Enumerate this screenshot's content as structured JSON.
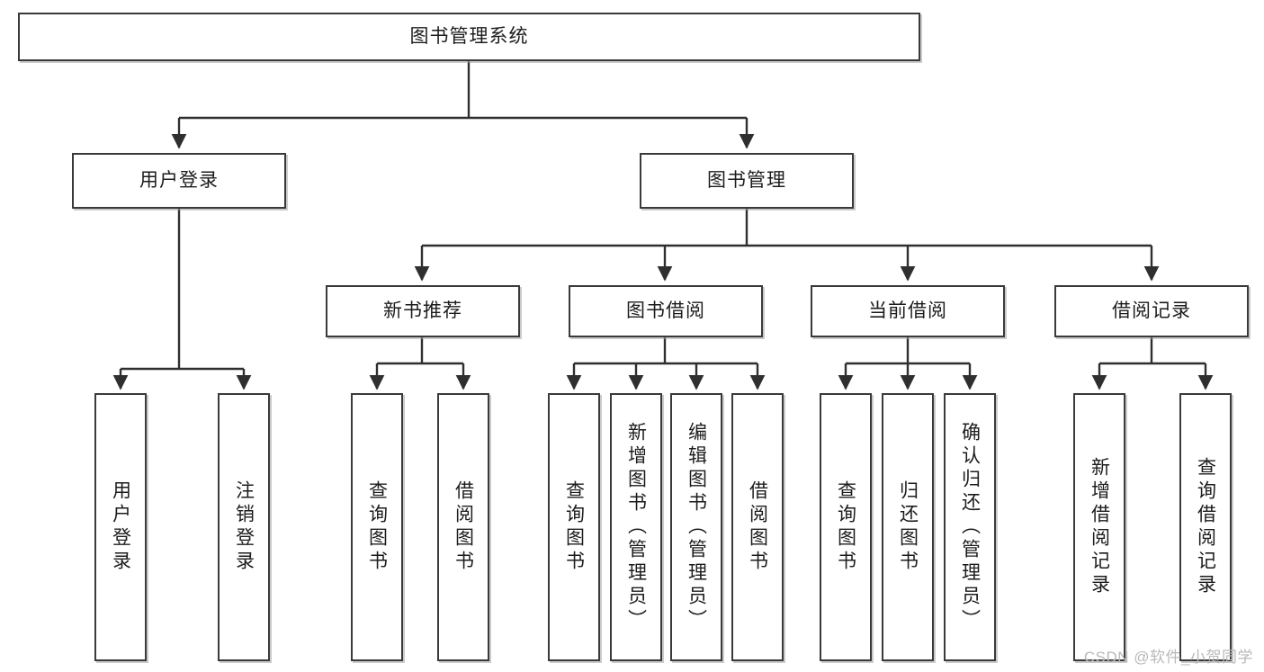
{
  "diagram": {
    "title": "图书管理系统",
    "type": "hierarchy-tree",
    "watermark": "CSDN @软件_小贺同学",
    "colors": {
      "box_border": "#3a3a3a",
      "box_fill": "#ffffff",
      "edge": "#2f2f2f",
      "text": "#1c1c1c",
      "watermark": "#b9b9b9"
    },
    "nodes": {
      "root": {
        "label": "图书管理系统"
      },
      "level2": [
        {
          "label": "用户登录"
        },
        {
          "label": "图书管理"
        }
      ],
      "level3": [
        {
          "label": "新书推荐"
        },
        {
          "label": "图书借阅"
        },
        {
          "label": "当前借阅"
        },
        {
          "label": "借阅记录"
        }
      ],
      "leaves": {
        "user_login": [
          {
            "label": "用户登录"
          },
          {
            "label": "注销登录"
          }
        ],
        "new_book": [
          {
            "label": "查询图书"
          },
          {
            "label": "借阅图书"
          }
        ],
        "book_borrow": [
          {
            "label": "查询图书"
          },
          {
            "label": "新增图书（管理员）"
          },
          {
            "label": "编辑图书（管理员）"
          },
          {
            "label": "借阅图书"
          }
        ],
        "current_borrow": [
          {
            "label": "查询图书"
          },
          {
            "label": "归还图书"
          },
          {
            "label": "确认归还（管理员）"
          }
        ],
        "borrow_record": [
          {
            "label": "新增借阅记录"
          },
          {
            "label": "查询借阅记录"
          }
        ]
      }
    }
  }
}
